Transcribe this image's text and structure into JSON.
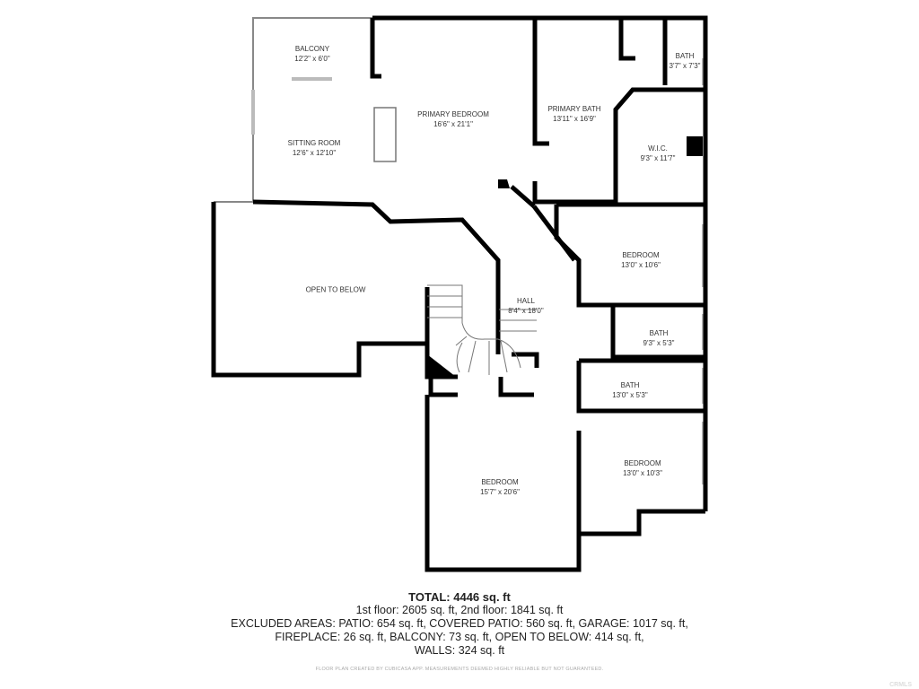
{
  "rooms": [
    {
      "name": "BALCONY",
      "dim": "12'2\" x 6'0\""
    },
    {
      "name": "SITTING ROOM",
      "dim": "12'6\" x 12'10\""
    },
    {
      "name": "PRIMARY BEDROOM",
      "dim": "16'6\" x 21'1\""
    },
    {
      "name": "PRIMARY BATH",
      "dim": "13'11\" x 16'9\""
    },
    {
      "name": "BATH",
      "dim": "3'7\" x 7'3\""
    },
    {
      "name": "W.I.C.",
      "dim": "9'3\" x 11'7\""
    },
    {
      "name": "BEDROOM",
      "dim": "13'0\" x 10'6\""
    },
    {
      "name": "OPEN TO BELOW",
      "dim": ""
    },
    {
      "name": "HALL",
      "dim": "8'4\" x 18'0\""
    },
    {
      "name": "BATH",
      "dim": "9'3\" x 5'3\""
    },
    {
      "name": "BATH",
      "dim": "13'0\" x 5'3\""
    },
    {
      "name": "BEDROOM",
      "dim": "13'0\" x 10'3\""
    },
    {
      "name": "BEDROOM",
      "dim": "15'7\" x 20'6\""
    }
  ],
  "summary": {
    "total": "TOTAL: 4446 sq. ft",
    "floors": "1st floor: 2605 sq. ft, 2nd floor: 1841 sq. ft",
    "excluded1": "EXCLUDED AREAS: PATIO: 654 sq. ft, COVERED PATIO: 560 sq. ft, GARAGE: 1017 sq. ft,",
    "excluded2": "FIREPLACE: 26 sq. ft, BALCONY: 73 sq. ft, OPEN TO BELOW: 414 sq. ft,",
    "walls": "WALLS: 324 sq. ft"
  },
  "credit": "FLOOR PLAN CREATED BY CUBICASA APP. MEASUREMENTS DEEMED HIGHLY RELIABLE BUT NOT GUARANTEED.",
  "watermark": "CRMLS",
  "colors": {
    "wall": "#000000",
    "window": "#bbbbbb"
  }
}
